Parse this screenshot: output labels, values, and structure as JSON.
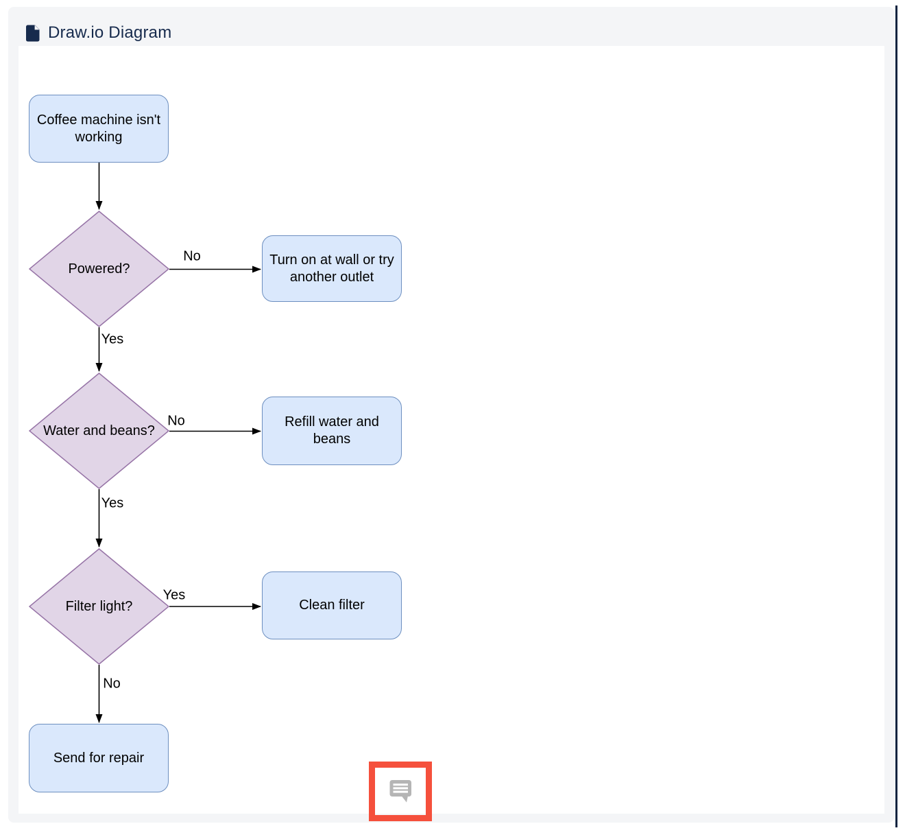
{
  "header": {
    "title": "Draw.io Diagram",
    "icon": "document-icon"
  },
  "flowchart": {
    "nodes": [
      {
        "id": "start",
        "shape": "rounded-rectangle",
        "label": "Coffee machine isn't working"
      },
      {
        "id": "powered",
        "shape": "diamond",
        "label": "Powered?"
      },
      {
        "id": "turn-on-wall",
        "shape": "rounded-rectangle",
        "label": "Turn on at wall or try another outlet"
      },
      {
        "id": "water-beans",
        "shape": "diamond",
        "label": "Water and beans?"
      },
      {
        "id": "refill",
        "shape": "rounded-rectangle",
        "label": "Refill water and beans"
      },
      {
        "id": "filter-light",
        "shape": "diamond",
        "label": "Filter light?"
      },
      {
        "id": "clean-filter",
        "shape": "rounded-rectangle",
        "label": "Clean filter"
      },
      {
        "id": "send-repair",
        "shape": "rounded-rectangle",
        "label": "Send for repair"
      }
    ],
    "edges": [
      {
        "from": "start",
        "to": "powered",
        "label": ""
      },
      {
        "from": "powered",
        "to": "turn-on-wall",
        "label": "No"
      },
      {
        "from": "powered",
        "to": "water-beans",
        "label": "Yes"
      },
      {
        "from": "water-beans",
        "to": "refill",
        "label": "No"
      },
      {
        "from": "water-beans",
        "to": "filter-light",
        "label": "Yes"
      },
      {
        "from": "filter-light",
        "to": "clean-filter",
        "label": "Yes"
      },
      {
        "from": "filter-light",
        "to": "send-repair",
        "label": "No"
      }
    ]
  },
  "annotation": {
    "type": "highlight-box",
    "icon": "comment-icon"
  },
  "colors": {
    "card_background": "#f4f5f7",
    "canvas_background": "#ffffff",
    "title_text": "#172b4d",
    "process_fill": "#dae8fc",
    "process_border": "#6c8ebf",
    "decision_fill": "#e1d5e7",
    "decision_border": "#9673a6",
    "edge_stroke": "#000000",
    "annotation_red": "#f5503c",
    "comment_icon_gray": "#b5b5b5",
    "caret": "#0c2340"
  }
}
